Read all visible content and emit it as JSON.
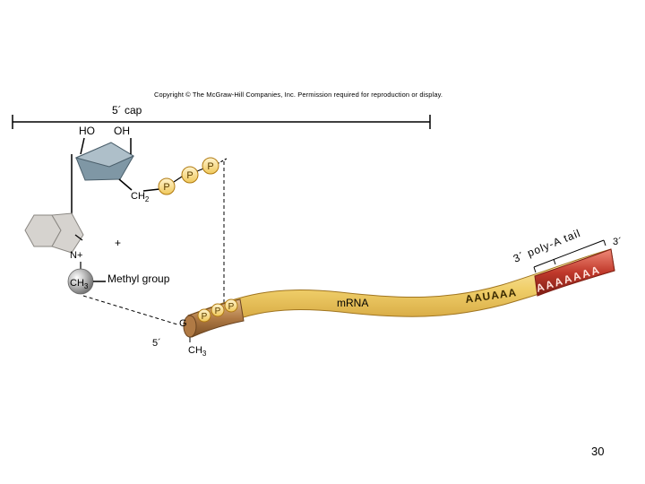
{
  "copyright": "Copyright © The McGraw-Hill Companies, Inc. Permission required for reproduction or display.",
  "cap_label": "5´ cap",
  "sugar": {
    "ho": "HO",
    "oh": "OH",
    "ch2": "CH",
    "ch2_sub": "2"
  },
  "phosphates": [
    "P",
    "P",
    "P"
  ],
  "base": {
    "plus": "+",
    "nplus": "N+",
    "ch3": "CH",
    "ch3_sub": "3",
    "methyl_label": "Methyl group"
  },
  "mrna": {
    "label": "mRNA",
    "five_prime": "5´",
    "g": "G",
    "phosphates": [
      "P",
      "P",
      "P"
    ],
    "ch3": "CH",
    "ch3_sub": "3",
    "aauaaa": "AAUAAA",
    "poly_a_tail": "3´ poly-A tail",
    "poly_a": "AAAAAAA",
    "three_prime": "3´"
  },
  "page_number": "30",
  "colors": {
    "ribose": "#7f97a5",
    "ribose_top": "#aebfc9",
    "phosphate": "#f3d98c",
    "phosphate_stroke": "#b07a10",
    "base_ring": "#d6d3cf",
    "methyl": "#9a9a9a",
    "mrna_body": "#f0cf6a",
    "mrna_cap": "#b07a45",
    "mrna_tail": "#c0392b"
  }
}
